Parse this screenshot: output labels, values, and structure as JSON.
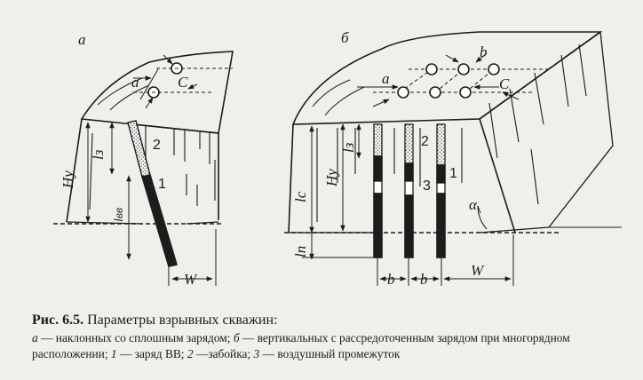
{
  "figure": {
    "panel_a": {
      "label": "a",
      "dims": {
        "a": "a",
        "c": "C",
        "w": "W",
        "hu": "Hу",
        "lz": "lз",
        "lvv": "lвв"
      },
      "parts": {
        "charge": "1",
        "stemming": "2"
      }
    },
    "panel_b": {
      "label": "б",
      "dims": {
        "a": "a",
        "b_top": "b",
        "c": "C",
        "lz": "lз",
        "hu": "Hу",
        "lc": "lс",
        "lp": "lп",
        "b1": "b",
        "b2": "b",
        "w": "W",
        "alpha": "α"
      },
      "parts": {
        "stemming": "2",
        "charge": "1",
        "air_gap": "3"
      }
    }
  },
  "caption": {
    "fig_number": "Рис. 6.5.",
    "title": "Параметры взрывных скважин:",
    "items": [
      {
        "key": "а",
        "text": " — наклонных со сплошным зарядом; "
      },
      {
        "key": "б",
        "text": " — вертикальных с рассредоточенным зарядом при многорядном расположении; "
      },
      {
        "key": "1",
        "text": " — заряд ВВ; "
      },
      {
        "key": "2",
        "text": " —забойка; "
      },
      {
        "key": "3",
        "text": " — воздушный промежуток"
      }
    ]
  }
}
